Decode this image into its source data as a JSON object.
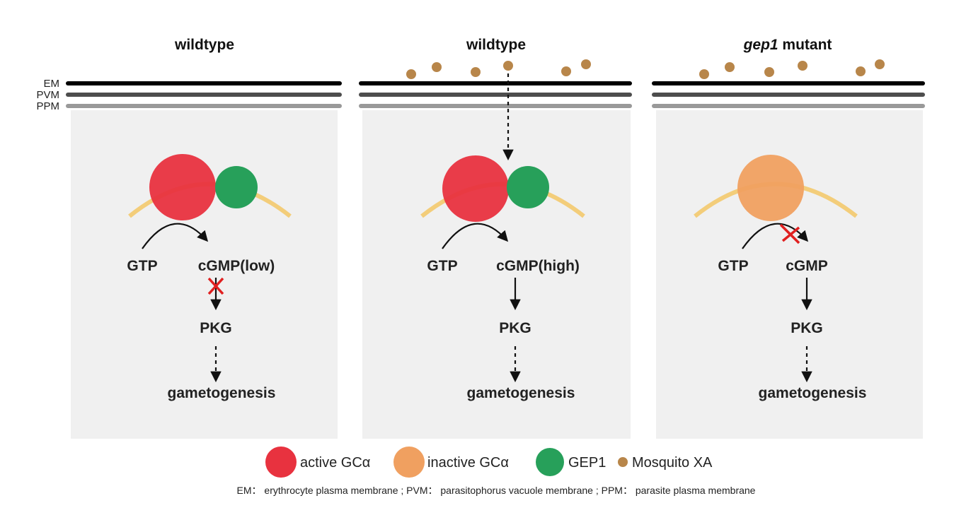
{
  "membrane_labels": [
    "EM",
    "PVM",
    "PPM"
  ],
  "panels": [
    {
      "title": "wildtype",
      "title_italic": "",
      "gtp": "GTP",
      "cgmp": "cGMP(low)",
      "pkg": "PKG",
      "output": "gametogenesis",
      "gc_state": "active",
      "gep1_present": true,
      "mosquito_xa_count": 0,
      "conversion_blocked": false,
      "pkg_activation_blocked": true
    },
    {
      "title": "wildtype",
      "title_italic": "",
      "gtp": "GTP",
      "cgmp": "cGMP(high)",
      "pkg": "PKG",
      "output": "gametogenesis",
      "gc_state": "active",
      "gep1_present": true,
      "mosquito_xa_count": 6,
      "conversion_blocked": false,
      "pkg_activation_blocked": false
    },
    {
      "title": " mutant",
      "title_italic": "gep1",
      "gtp": "GTP",
      "cgmp": "cGMP",
      "pkg": "PKG",
      "output": "gametogenesis",
      "gc_state": "inactive",
      "gep1_present": false,
      "mosquito_xa_count": 6,
      "conversion_blocked": true,
      "pkg_activation_blocked": false
    }
  ],
  "legend": {
    "active_gc": "active GCα",
    "inactive_gc": "inactive GCα",
    "gep1": "GEP1",
    "mosquito_xa": "Mosquito XA"
  },
  "footnote": "EM： erythrocyte plasma membrane ; PVM： parasitophorus vacuole membrane ; PPM： parasite plasma membrane",
  "colors": {
    "active_gc": "#e8323f",
    "inactive_gc": "#f0a060",
    "gep1": "#27a05a",
    "mosquito_xa": "#b8864a",
    "em": "#000000",
    "pvm": "#4d4d4d",
    "ppm": "#999999",
    "cell": "#f0f0f0",
    "curve": "#f3cd7a",
    "block": "#e02020"
  }
}
